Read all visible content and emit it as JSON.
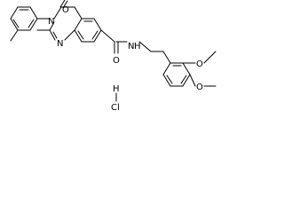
{
  "molecule": {
    "atoms": {
      "carbonyl_oxygen": "O",
      "ring_n3": "N",
      "ring_n1": "N",
      "amide_oxygen": "O",
      "amide_nitrogen": "N",
      "amide_hydrogen": "H",
      "methoxy_oxygen_upper": "O",
      "methoxy_oxygen_lower": "O"
    },
    "salt": {
      "hydrogen": "H",
      "chlorine": "Cl"
    }
  }
}
